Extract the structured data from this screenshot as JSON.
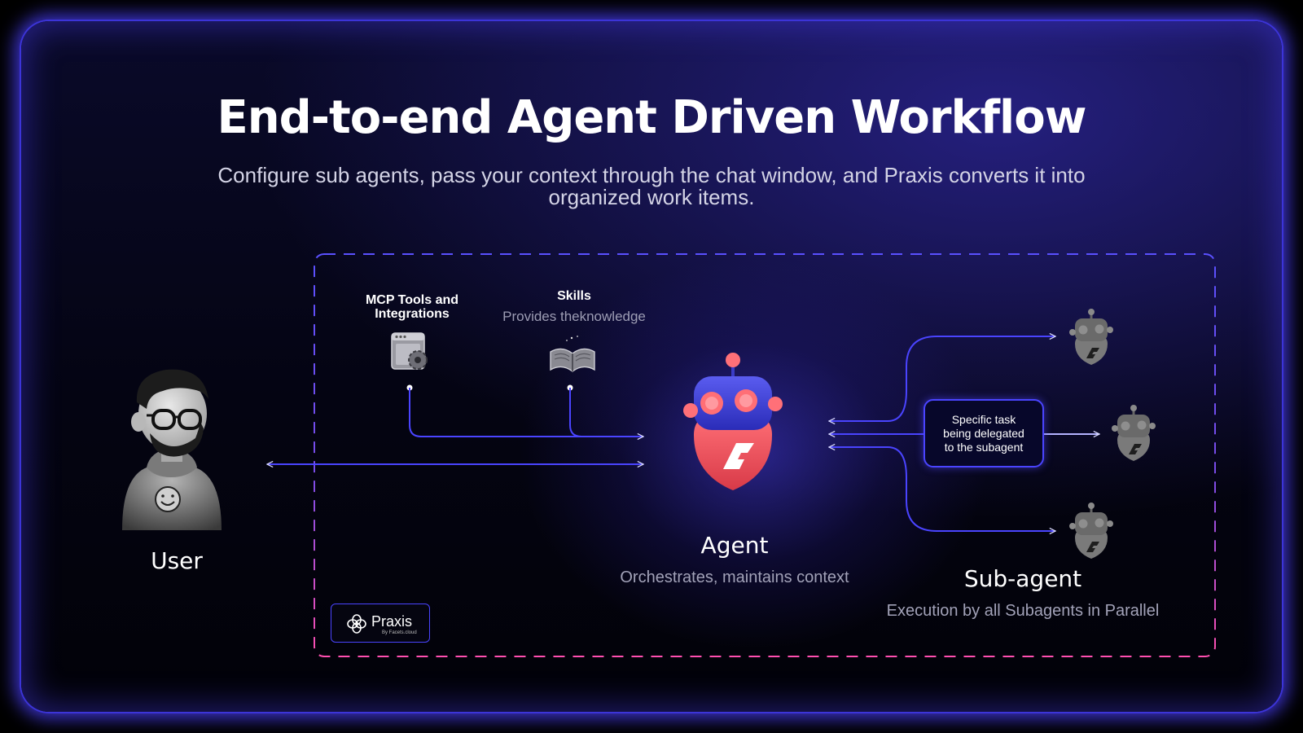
{
  "header": {
    "title": "End-to-end Agent Driven Workflow",
    "subtitle": "Configure sub agents, pass your context through the chat window, and Praxis converts it into organized work items."
  },
  "tools": {
    "title_line1": "MCP Tools and",
    "title_line2": "Integrations"
  },
  "skills": {
    "title": "Skills",
    "description": "Provides theknowledge"
  },
  "user": {
    "label": "User"
  },
  "agent": {
    "title": "Agent",
    "description": "Orchestrates, maintains context"
  },
  "delegation": {
    "line1": "Specific task",
    "line2": "being delegated",
    "line3": "to the subagent"
  },
  "subagent": {
    "title": "Sub-agent",
    "description": "Execution by all Subagents in Parallel"
  },
  "brand": {
    "name": "Praxis",
    "tagline": "By Facets.cloud"
  },
  "colors": {
    "accent": "#4a44ff",
    "dashed_top": "#5a50ff",
    "dashed_bottom": "#ff4fb0",
    "agent_head": "#3f44e0",
    "agent_body": "#f0505a"
  },
  "icons": [
    "mcp-tools-icon",
    "skills-book-icon",
    "user-avatar",
    "agent-robot-icon",
    "subagent-robot-icon",
    "praxis-logo-icon"
  ]
}
